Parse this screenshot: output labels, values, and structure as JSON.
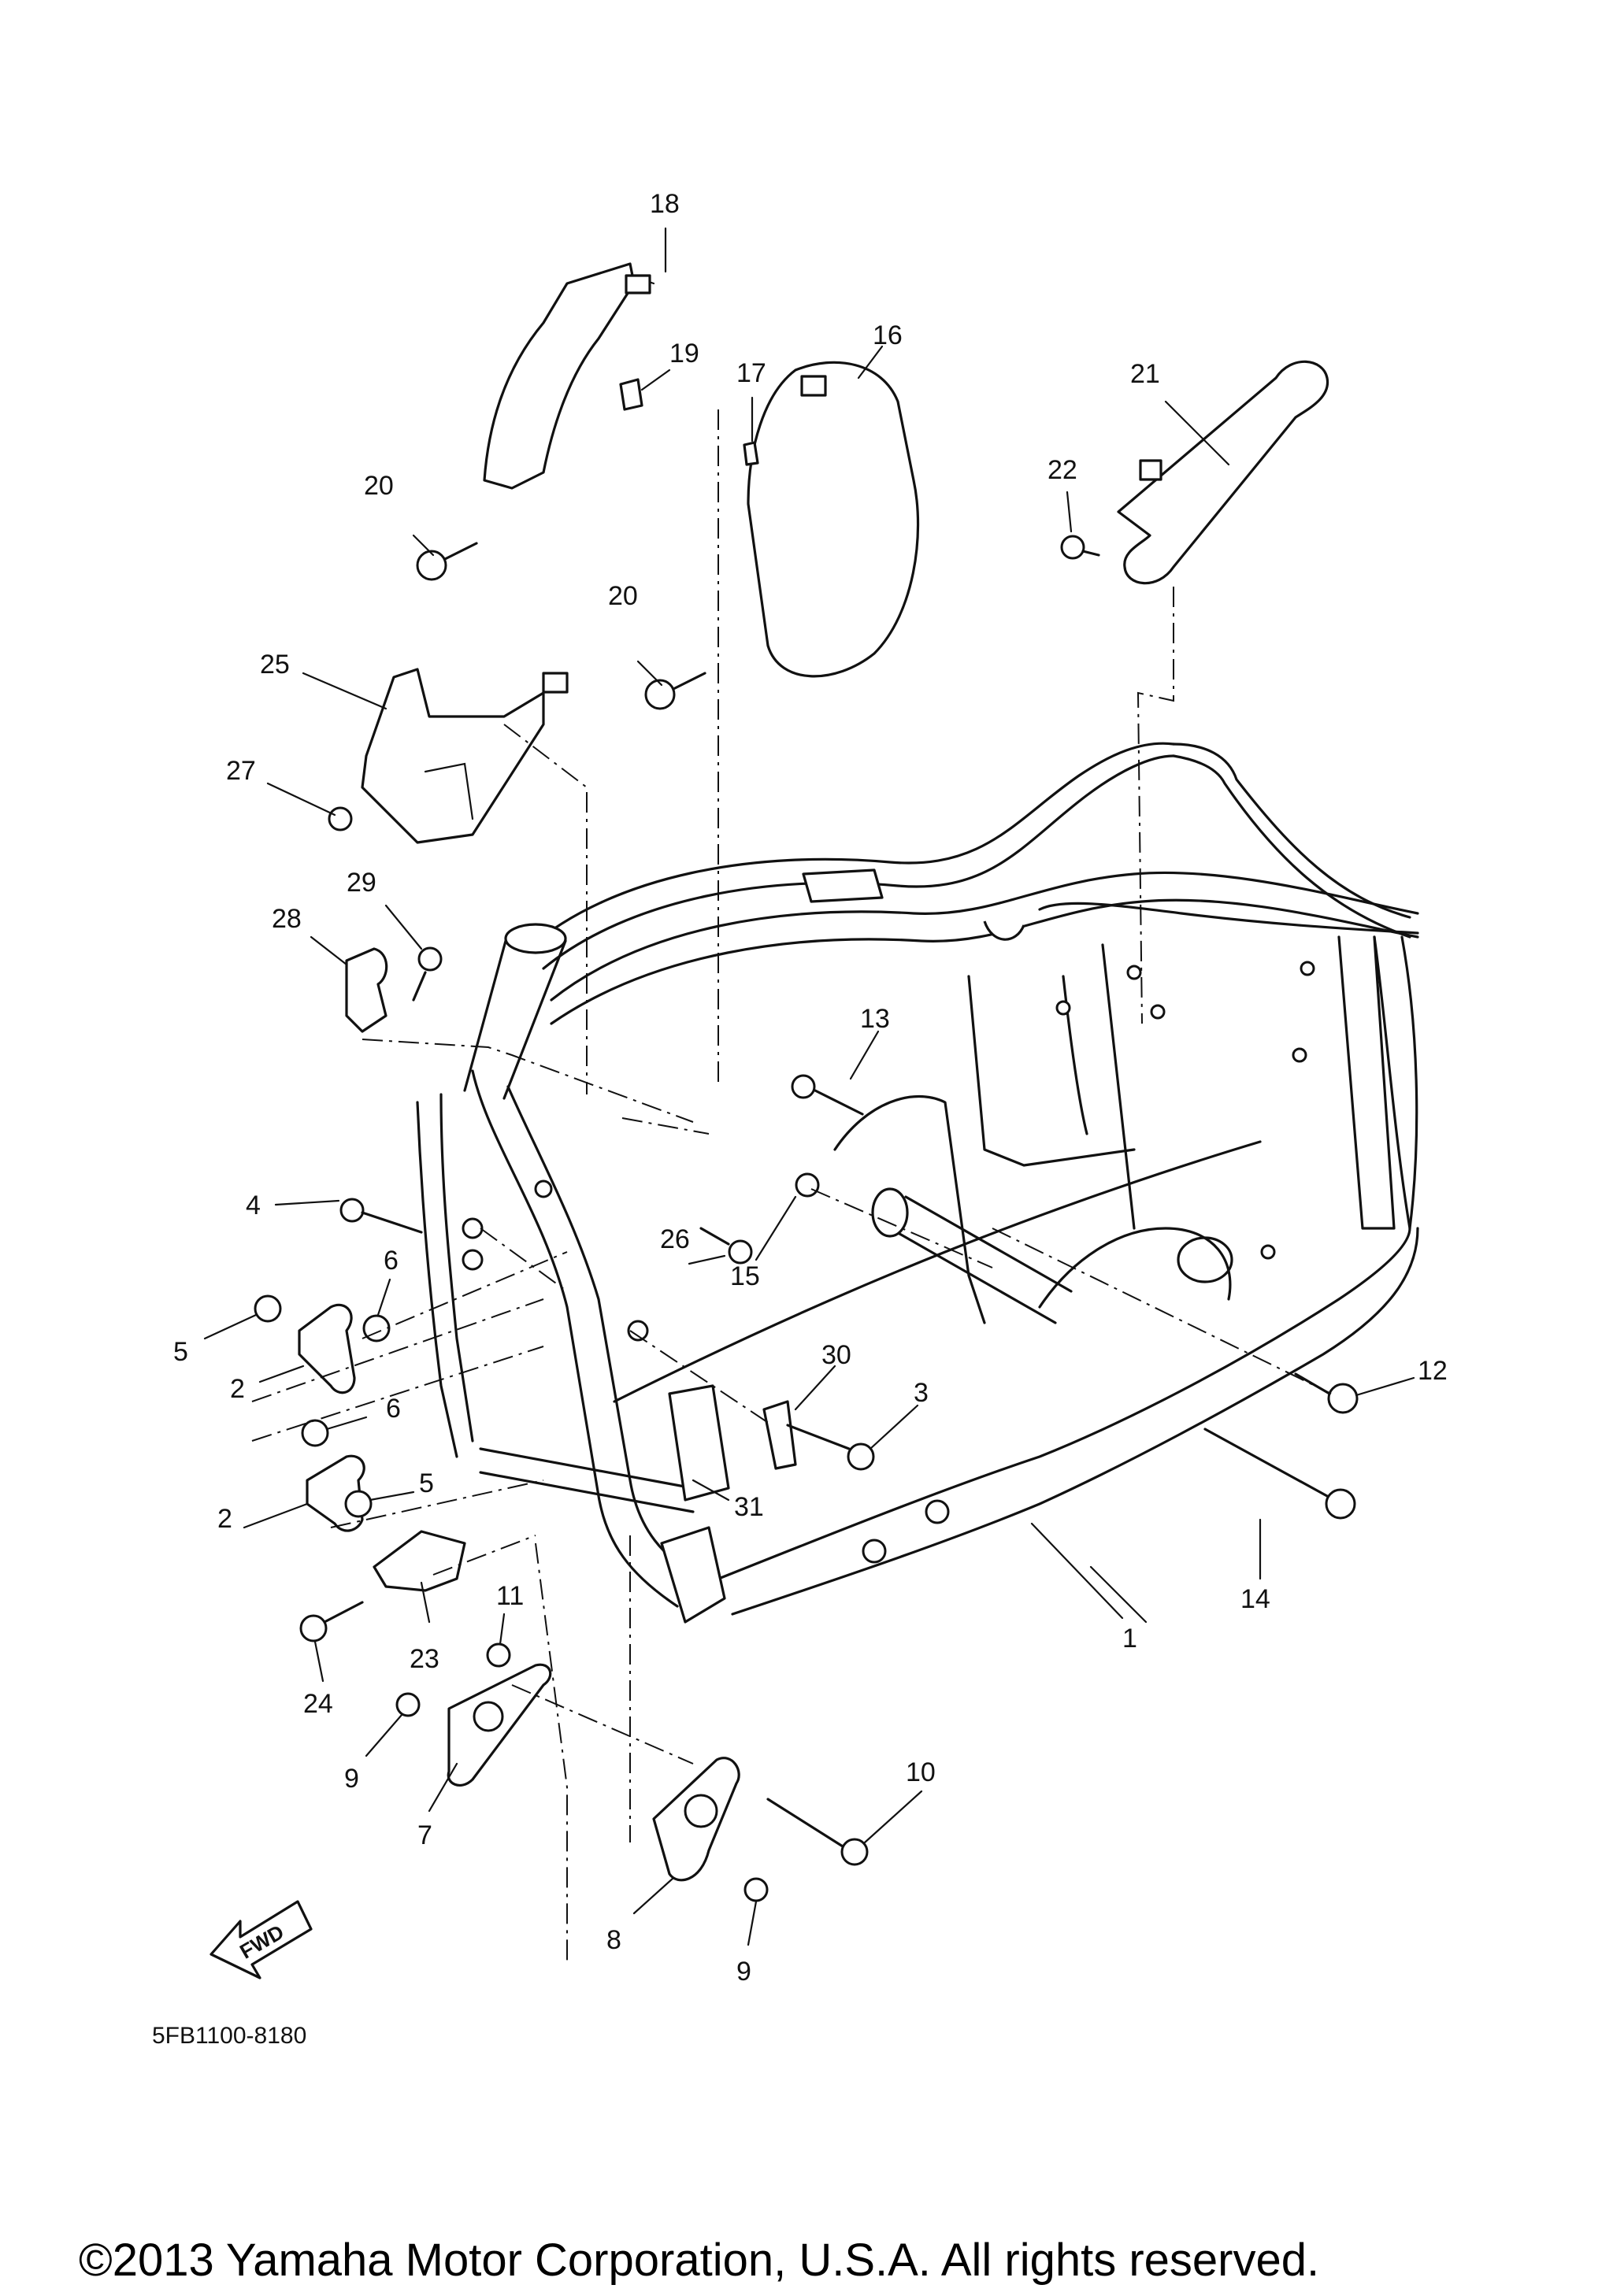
{
  "diagram": {
    "part_code": "5FB1100-8180",
    "copyright": "©2013 Yamaha Motor Corporation, U.S.A. All rights reserved.",
    "fwd_label": "FWD",
    "callouts": [
      {
        "id": "c1",
        "label": "1"
      },
      {
        "id": "c2a",
        "label": "2"
      },
      {
        "id": "c2b",
        "label": "2"
      },
      {
        "id": "c3",
        "label": "3"
      },
      {
        "id": "c4",
        "label": "4"
      },
      {
        "id": "c5a",
        "label": "5"
      },
      {
        "id": "c5b",
        "label": "5"
      },
      {
        "id": "c6a",
        "label": "6"
      },
      {
        "id": "c6b",
        "label": "6"
      },
      {
        "id": "c7",
        "label": "7"
      },
      {
        "id": "c8",
        "label": "8"
      },
      {
        "id": "c9a",
        "label": "9"
      },
      {
        "id": "c9b",
        "label": "9"
      },
      {
        "id": "c10",
        "label": "10"
      },
      {
        "id": "c11",
        "label": "11"
      },
      {
        "id": "c12",
        "label": "12"
      },
      {
        "id": "c13",
        "label": "13"
      },
      {
        "id": "c14",
        "label": "14"
      },
      {
        "id": "c15",
        "label": "15"
      },
      {
        "id": "c16",
        "label": "16"
      },
      {
        "id": "c17",
        "label": "17"
      },
      {
        "id": "c18",
        "label": "18"
      },
      {
        "id": "c19",
        "label": "19"
      },
      {
        "id": "c20a",
        "label": "20"
      },
      {
        "id": "c20b",
        "label": "20"
      },
      {
        "id": "c21",
        "label": "21"
      },
      {
        "id": "c22",
        "label": "22"
      },
      {
        "id": "c23",
        "label": "23"
      },
      {
        "id": "c24",
        "label": "24"
      },
      {
        "id": "c25",
        "label": "25"
      },
      {
        "id": "c26",
        "label": "26"
      },
      {
        "id": "c27",
        "label": "27"
      },
      {
        "id": "c28",
        "label": "28"
      },
      {
        "id": "c29",
        "label": "29"
      },
      {
        "id": "c30",
        "label": "30"
      },
      {
        "id": "c31",
        "label": "31"
      }
    ]
  }
}
